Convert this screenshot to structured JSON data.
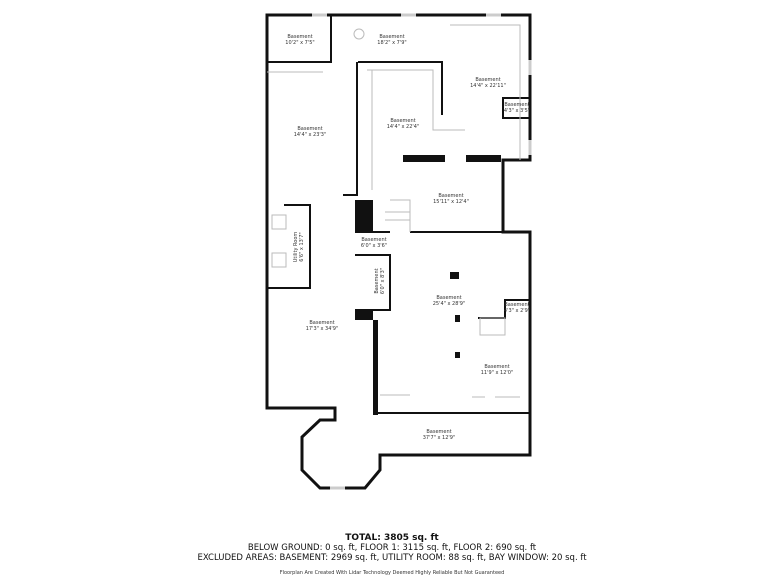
{
  "rooms": [
    {
      "name": "Basement",
      "dims": "10'2\" x 7'5\""
    },
    {
      "name": "Basement",
      "dims": "18'2\" x 7'9\""
    },
    {
      "name": "Basement",
      "dims": "14'4\" x 22'11\""
    },
    {
      "name": "Basement",
      "dims": "4'3\" x 3'5\""
    },
    {
      "name": "Basement",
      "dims": "14'4\" x 23'3\""
    },
    {
      "name": "Basement",
      "dims": "14'4\" x 22'4\""
    },
    {
      "name": "Basement",
      "dims": "15'11\" x 12'4\""
    },
    {
      "name": "Utility Room",
      "dims": "6'6\" x 13'7\""
    },
    {
      "name": "Basement",
      "dims": "6'0\" x 3'6\""
    },
    {
      "name": "Basement",
      "dims": "6'0\" x 8'3\""
    },
    {
      "name": "Basement",
      "dims": "25'4\" x 28'9\""
    },
    {
      "name": "Basement",
      "dims": "4'3\" x 2'9\""
    },
    {
      "name": "Basement",
      "dims": "17'3\" x 34'9\""
    },
    {
      "name": "Basement",
      "dims": "11'9\" x 12'0\""
    },
    {
      "name": "Basement",
      "dims": "37'7\" x 12'9\""
    }
  ],
  "summary": {
    "total": "TOTAL: 3805 sq. ft",
    "line1": "BELOW GROUND: 0 sq. ft, FLOOR 1: 3115 sq. ft, FLOOR 2: 690 sq. ft",
    "line2": "EXCLUDED AREAS: BASEMENT: 2969 sq. ft, UTILITY ROOM: 88 sq. ft, BAY WINDOW: 20 sq. ft",
    "disclaimer": "Floorplan Are Created With Lidar Technology Deemed Highly Reliable But Not Guaranteed"
  }
}
